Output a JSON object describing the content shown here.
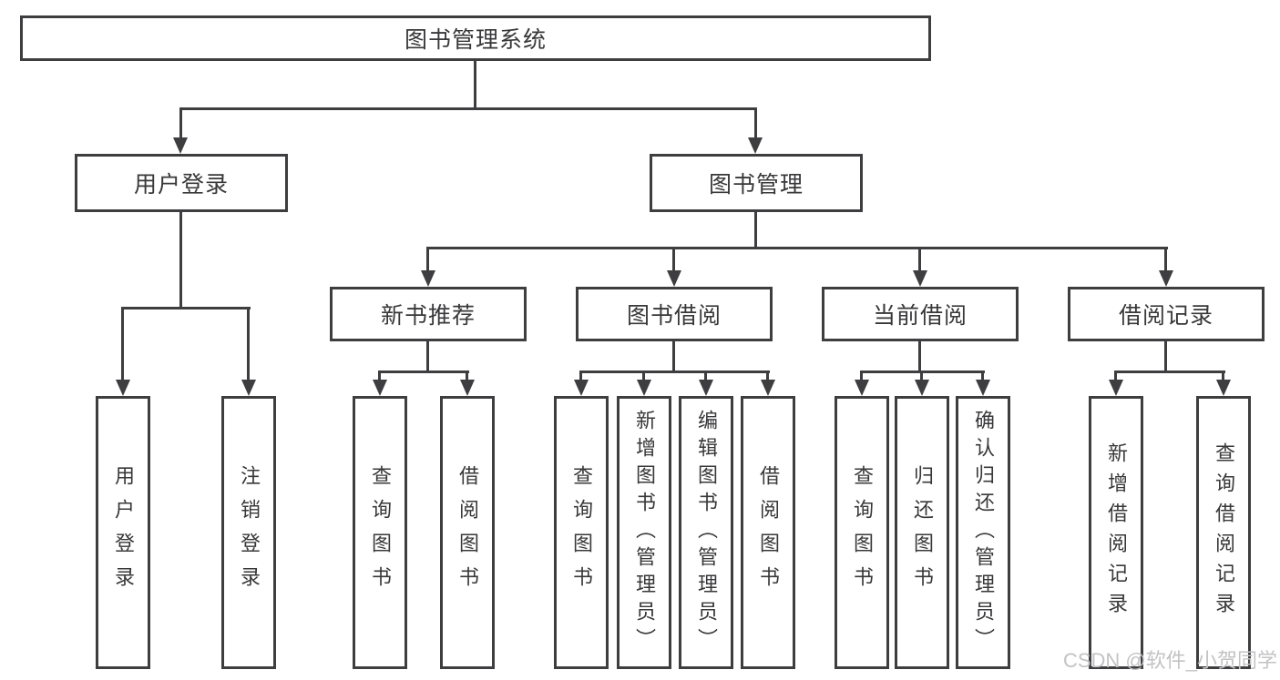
{
  "tree": {
    "label": "图书管理系统",
    "children": [
      {
        "label": "用户登录",
        "children": [
          {
            "label": "用户登录"
          },
          {
            "label": "注销登录"
          }
        ]
      },
      {
        "label": "图书管理",
        "children": [
          {
            "label": "新书推荐",
            "children": [
              {
                "label": "查询图书"
              },
              {
                "label": "借阅图书"
              }
            ]
          },
          {
            "label": "图书借阅",
            "children": [
              {
                "label": "查询图书"
              },
              {
                "label": "新增图书（管理员）"
              },
              {
                "label": "编辑图书（管理员）"
              },
              {
                "label": "借阅图书"
              }
            ]
          },
          {
            "label": "当前借阅",
            "children": [
              {
                "label": "查询图书"
              },
              {
                "label": "归还图书"
              },
              {
                "label": "确认归还（管理员）"
              }
            ]
          },
          {
            "label": "借阅记录",
            "children": [
              {
                "label": "新增借阅记录"
              },
              {
                "label": "查询借阅记录"
              }
            ]
          }
        ]
      }
    ]
  },
  "watermark": "CSDN @软件_小贺同学",
  "colors": {
    "line": "#3e3e40",
    "text": "#38383a",
    "watermark": "#c3c3c5",
    "background": "#ffffff"
  }
}
